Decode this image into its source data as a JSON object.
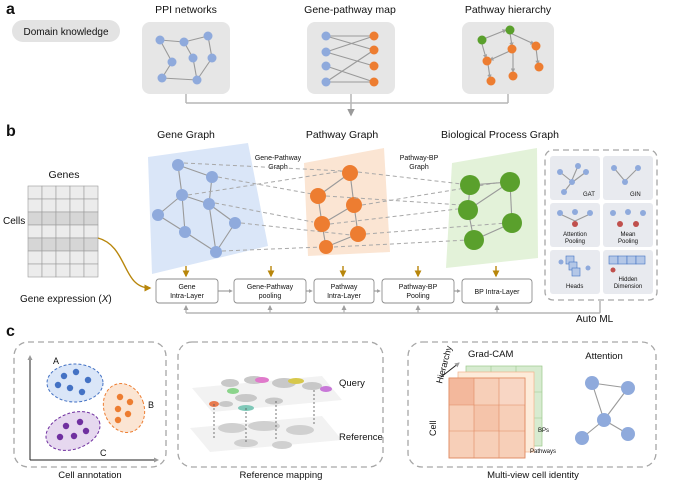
{
  "panels": {
    "a": "a",
    "b": "b",
    "c": "c"
  },
  "section_a": {
    "domain_knowledge": "Domain knowledge",
    "ppi": "PPI networks",
    "gene_pathway_map": "Gene-pathway map",
    "pathway_hierarchy": "Pathway hierarchy"
  },
  "section_b": {
    "genes": "Genes",
    "cells": "Cells",
    "gene_expression": "Gene expression (",
    "gene_expression_var": "X",
    "gene_expression_close": ")",
    "gene_graph": "Gene Graph",
    "pathway_graph": "Pathway Graph",
    "bp_graph": "Biological Process Graph",
    "gene_pathway_graph": [
      "Gene-Pathway",
      "Graph"
    ],
    "pathway_bp_graph": [
      "Pathway-BP",
      "Graph"
    ],
    "layers": [
      [
        "Gene",
        "Intra-Layer"
      ],
      [
        "Gene-Pathway",
        "pooling"
      ],
      [
        "Pathway",
        "Intra-Layer"
      ],
      [
        "Pathway-BP",
        "Pooling"
      ],
      [
        "BP Intra-Layer"
      ]
    ],
    "auto_ml": "Auto ML",
    "options": {
      "gat": "GAT",
      "gin": "GIN",
      "attention_pooling": [
        "Attention",
        "Pooling"
      ],
      "mean_pooling": [
        "Mean",
        "Pooling"
      ],
      "heads": "Heads",
      "hidden_dimension": [
        "Hidden",
        "Dimension"
      ]
    }
  },
  "section_c": {
    "cell_annotation": "Cell annotation",
    "cluster_a": "A",
    "cluster_b": "B",
    "cluster_c": "C",
    "reference_mapping": "Reference mapping",
    "query": "Query",
    "reference": "Reference",
    "multi_view": "Multi-view cell identity",
    "grad_cam": "Grad-CAM",
    "hierarchy": "Hierarchy",
    "cell": "Cell",
    "bps": "BPs",
    "pathways": "Pathways",
    "attention": "Attention"
  },
  "colors": {
    "gene_node": "#8faadc",
    "pathway_node": "#ed7d31",
    "bp_node": "#5aa02c",
    "gene_bg": "#dae6f8",
    "pathway_bg": "#fbe5d3",
    "bp_bg": "#e3f2d9",
    "cluster_a": "#4472c4",
    "cluster_b": "#ed7d31",
    "cluster_c": "#7030a0",
    "arrow_gold": "#b8860b",
    "mean_pool_node": "#c0504d"
  }
}
